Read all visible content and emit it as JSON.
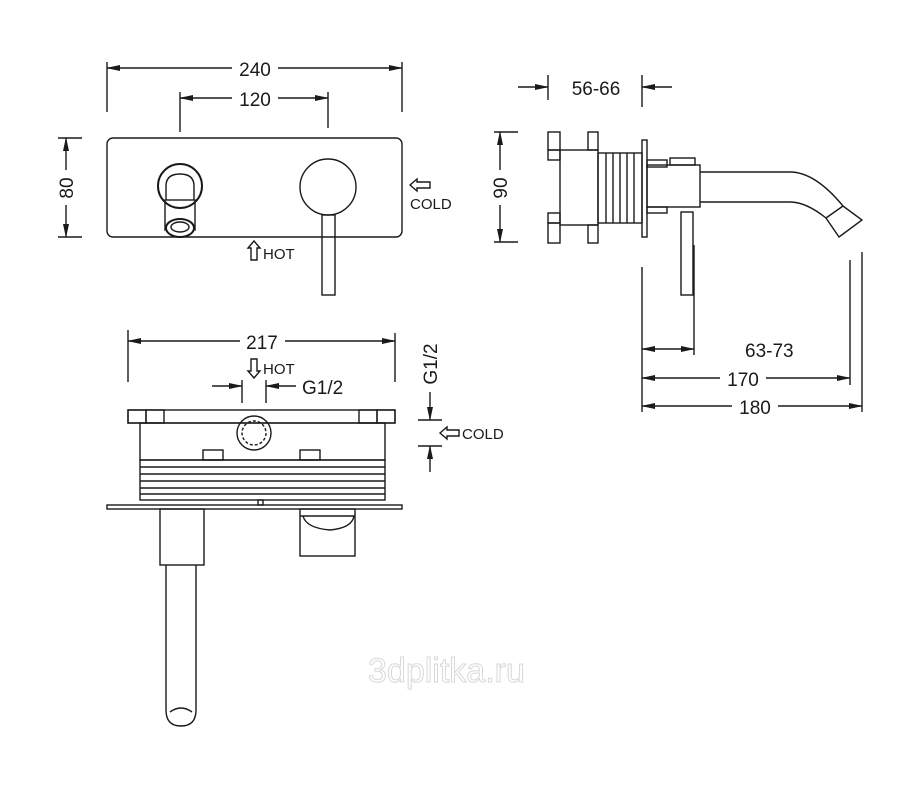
{
  "front_view": {
    "width_dim": "240",
    "spacing_dim": "120",
    "height_dim": "80",
    "cold_label": "COLD",
    "hot_label": "HOT"
  },
  "side_view": {
    "depth_dim": "56-66",
    "height_dim": "90",
    "lever_dim": "63-73",
    "spout_dim_inner": "170",
    "spout_dim_outer": "180"
  },
  "top_view": {
    "width_dim": "217",
    "hot_label": "HOT",
    "thread_label": "G1/2",
    "thread_label_vertical": "G1/2",
    "cold_label": "COLD"
  },
  "watermark": "3dplitka.ru",
  "colors": {
    "line": "#1a1a1a",
    "watermark": "#d8d8d8"
  }
}
